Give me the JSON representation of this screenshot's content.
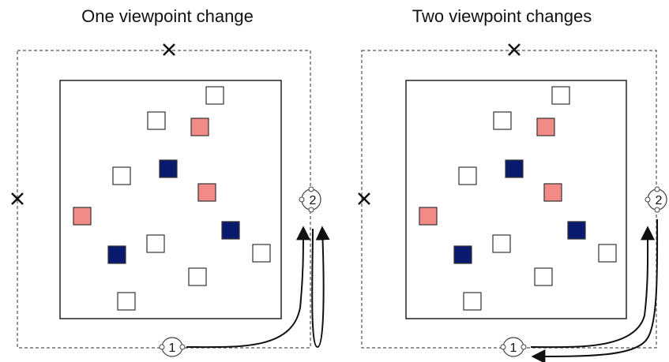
{
  "colors": {
    "pink": "#f28b86",
    "navy": "#0a1a6e",
    "outline": "#333333"
  },
  "panels": [
    {
      "title": "One viewpoint change",
      "cross_icons": [
        "cross-icon",
        "cross-icon"
      ],
      "viewpoints": [
        {
          "label": "1",
          "icon": "head-icon"
        },
        {
          "label": "2",
          "icon": "head-icon"
        }
      ],
      "squares": [
        {
          "kind": "white"
        },
        {
          "kind": "white"
        },
        {
          "kind": "pink"
        },
        {
          "kind": "white"
        },
        {
          "kind": "navy"
        },
        {
          "kind": "pink"
        },
        {
          "kind": "pink"
        },
        {
          "kind": "navy"
        },
        {
          "kind": "navy"
        },
        {
          "kind": "white"
        },
        {
          "kind": "white"
        },
        {
          "kind": "white"
        },
        {
          "kind": "white"
        }
      ]
    },
    {
      "title": "Two viewpoint changes",
      "cross_icons": [
        "cross-icon",
        "cross-icon"
      ],
      "viewpoints": [
        {
          "label": "1",
          "icon": "head-icon"
        },
        {
          "label": "2",
          "icon": "head-icon"
        }
      ],
      "squares": [
        {
          "kind": "white"
        },
        {
          "kind": "white"
        },
        {
          "kind": "pink"
        },
        {
          "kind": "white"
        },
        {
          "kind": "navy"
        },
        {
          "kind": "pink"
        },
        {
          "kind": "pink"
        },
        {
          "kind": "navy"
        },
        {
          "kind": "navy"
        },
        {
          "kind": "white"
        },
        {
          "kind": "white"
        },
        {
          "kind": "white"
        },
        {
          "kind": "white"
        }
      ]
    }
  ]
}
